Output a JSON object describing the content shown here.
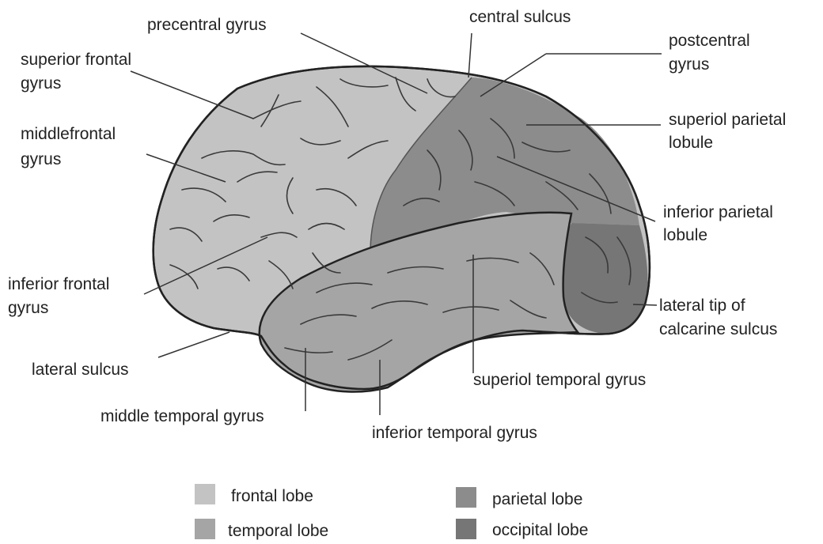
{
  "colors": {
    "frontal": "#c3c3c3",
    "temporal": "#a5a5a5",
    "parietal": "#8c8c8c",
    "occipital": "#767676",
    "outline": "#222222"
  },
  "labels": {
    "precentral_gyrus": "precentral gyrus",
    "central_sulcus": "central sulcus",
    "postcentral_gyrus": [
      "postcentral",
      "gyrus"
    ],
    "superior_frontal_gyrus": [
      "superior frontal",
      "gyrus"
    ],
    "middle_frontal_gyrus": [
      "middlefrontal",
      "gyrus"
    ],
    "superiol_parietal_lobule": [
      "superiol parietal",
      "lobule"
    ],
    "inferior_parietal_lobule": [
      "inferior parietal",
      "lobule"
    ],
    "inferior_frontal_gyrus": [
      "inferior frontal",
      "gyrus"
    ],
    "lateral_tip_calcarine": [
      "lateral tip of",
      "calcarine sulcus"
    ],
    "lateral_sulcus": "lateral sulcus",
    "superiol_temporal_gyrus": "superiol temporal gyrus",
    "middle_temporal_gyrus": "middle temporal gyrus",
    "inferior_temporal_gyrus": "inferior temporal gyrus"
  },
  "legend": {
    "frontal": "frontal lobe",
    "temporal": "temporal lobe",
    "parietal": "parietal lobe",
    "occipital": "occipital lobe"
  }
}
